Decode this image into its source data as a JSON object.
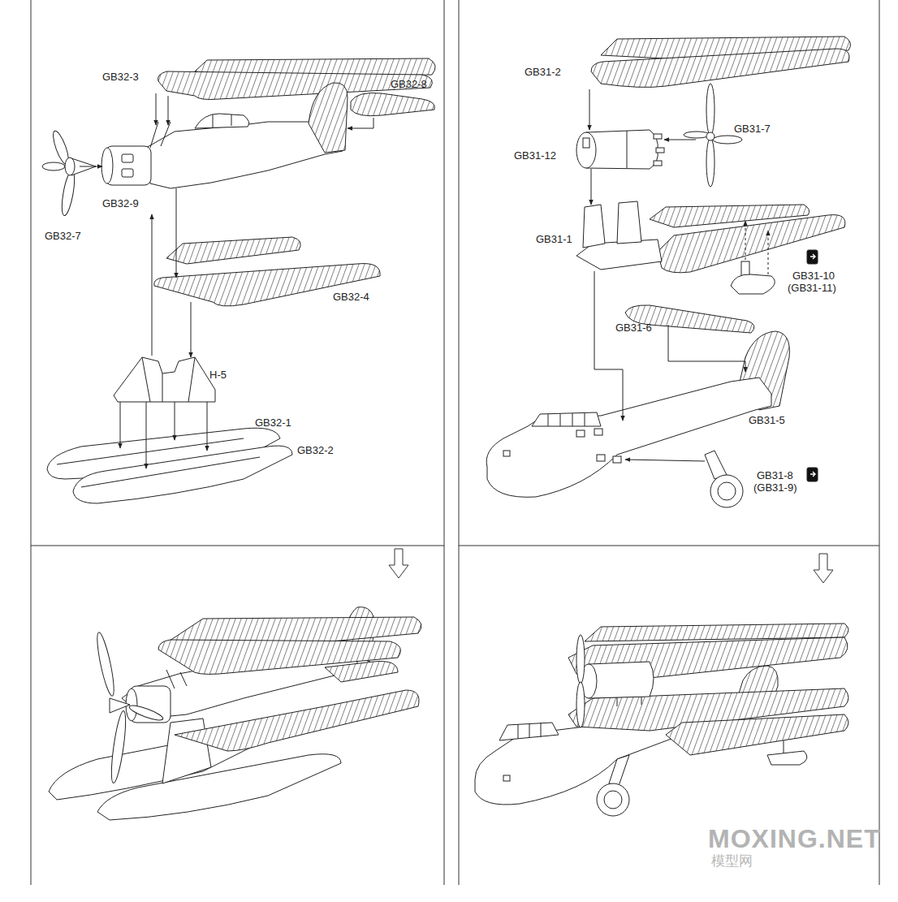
{
  "diagram": {
    "labels": [
      "GB32-3",
      "GB32-8",
      "GB32-9",
      "GB32-7",
      "GB32-4",
      "H-5",
      "GB32-1",
      "GB32-2",
      "GB31-2",
      "GB31-12",
      "GB31-7",
      "GB31-1",
      "GB31-10",
      "(GB31-11)",
      "GB31-6",
      "GB31-5",
      "GB31-8",
      "(GB31-9)",
      "MOXING.NET",
      "模型网"
    ]
  }
}
